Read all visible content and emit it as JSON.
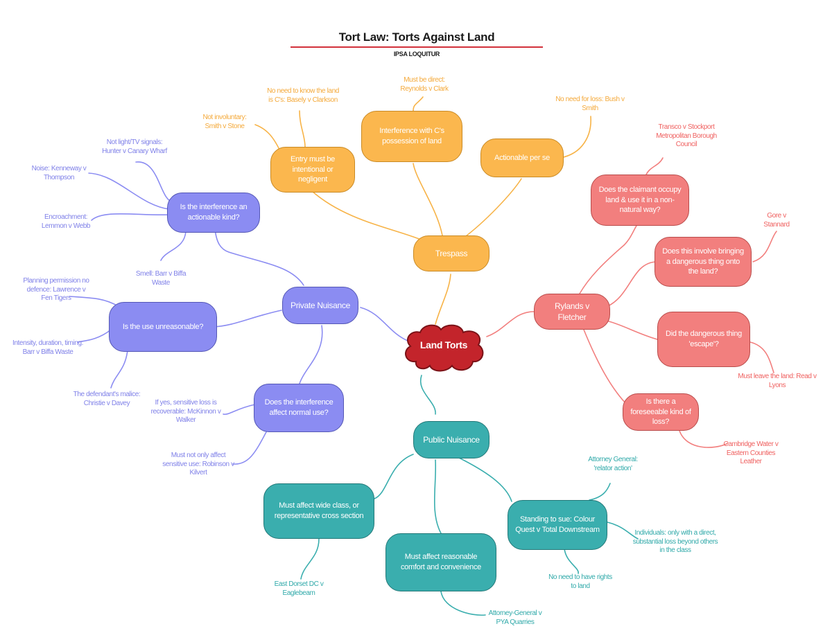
{
  "header": {
    "title": "Tort Law: Torts Against Land",
    "subtitle": "IPSA LOQUITUR"
  },
  "colors": {
    "orange": "#fbb74e",
    "purple": "#8b8cf2",
    "red": "#f27f7e",
    "teal": "#3aaeae",
    "center": "#c3242b",
    "title_rule": "#d2313b"
  },
  "center": {
    "label": "Land Torts"
  },
  "trespass": {
    "label": "Trespass",
    "entry": {
      "label": "Entry must be intentional or negligent"
    },
    "interference": {
      "label": "Interference with C's possession of land"
    },
    "actionable": {
      "label": "Actionable per se"
    },
    "notes": {
      "no_need_know": "No need to know the land is C's: Basely v Clarkson",
      "not_involuntary": "Not involuntary: Smith v Stone",
      "must_be_direct": "Must be direct: Reynolds v Clark",
      "no_need_loss": "No need for loss: Bush v Smith"
    }
  },
  "private": {
    "label": "Private Nuisance",
    "actionable_kind": {
      "label": "Is the interference an actionable kind?"
    },
    "unreasonable": {
      "label": "Is the use unreasonable?"
    },
    "normal_use": {
      "label": "Does the interference affect normal use?"
    },
    "notes": {
      "light_tv": "Not light/TV signals: Hunter v Canary Wharf",
      "noise": "Noise: Kenneway v Thompson",
      "encroachment": "Encroachment: Lemmon v Webb",
      "smell": "Smell: Barr v Biffa Waste",
      "planning": "Planning permission no defence: Lawrence v Fen Tigers",
      "intensity": "Intensity, duration, timing: Barr v Biffa Waste",
      "malice": "The defendant's malice: Christie v Davey",
      "sensitive_loss": "If yes, sensitive loss is recoverable: McKinnon v Walker",
      "sensitive_use": "Must not only affect sensitive use: Robinson v Kilvert"
    }
  },
  "rylands": {
    "label": "Rylands v Fletcher",
    "occupy": {
      "label": "Does the claimant occupy land & use it in a non-natural way?"
    },
    "dangerous": {
      "label": "Does this involve bringing a dangerous thing onto the land?"
    },
    "escape": {
      "label": "Did the dangerous thing 'escape'?"
    },
    "foreseeable": {
      "label": "Is there a foreseeable kind of loss?"
    },
    "notes": {
      "transco": "Transco v Stockport Metropolitan Borough Council",
      "gore": "Gore v Stannard",
      "read": "Must leave the land: Read v Lyons",
      "cambridge": "Cambridge Water v Eastern Counties Leather"
    }
  },
  "public": {
    "label": "Public Nuisance",
    "wide_class": {
      "label": "Must affect wide class, or representative cross section"
    },
    "reasonable": {
      "label": "Must affect reasonable comfort and convenience"
    },
    "standing": {
      "label": "Standing to sue: Colour Quest v Total Downstream"
    },
    "notes": {
      "east_dorset": "East Dorset DC v Eaglebeam",
      "pya": "Attorney-General v PYA Quarries",
      "attorney_general": "Attorney General: 'relator action'",
      "individuals": "Individuals: only with a direct, substantial loss beyond others in the class",
      "no_need_rights": "No need to have rights to land"
    }
  }
}
